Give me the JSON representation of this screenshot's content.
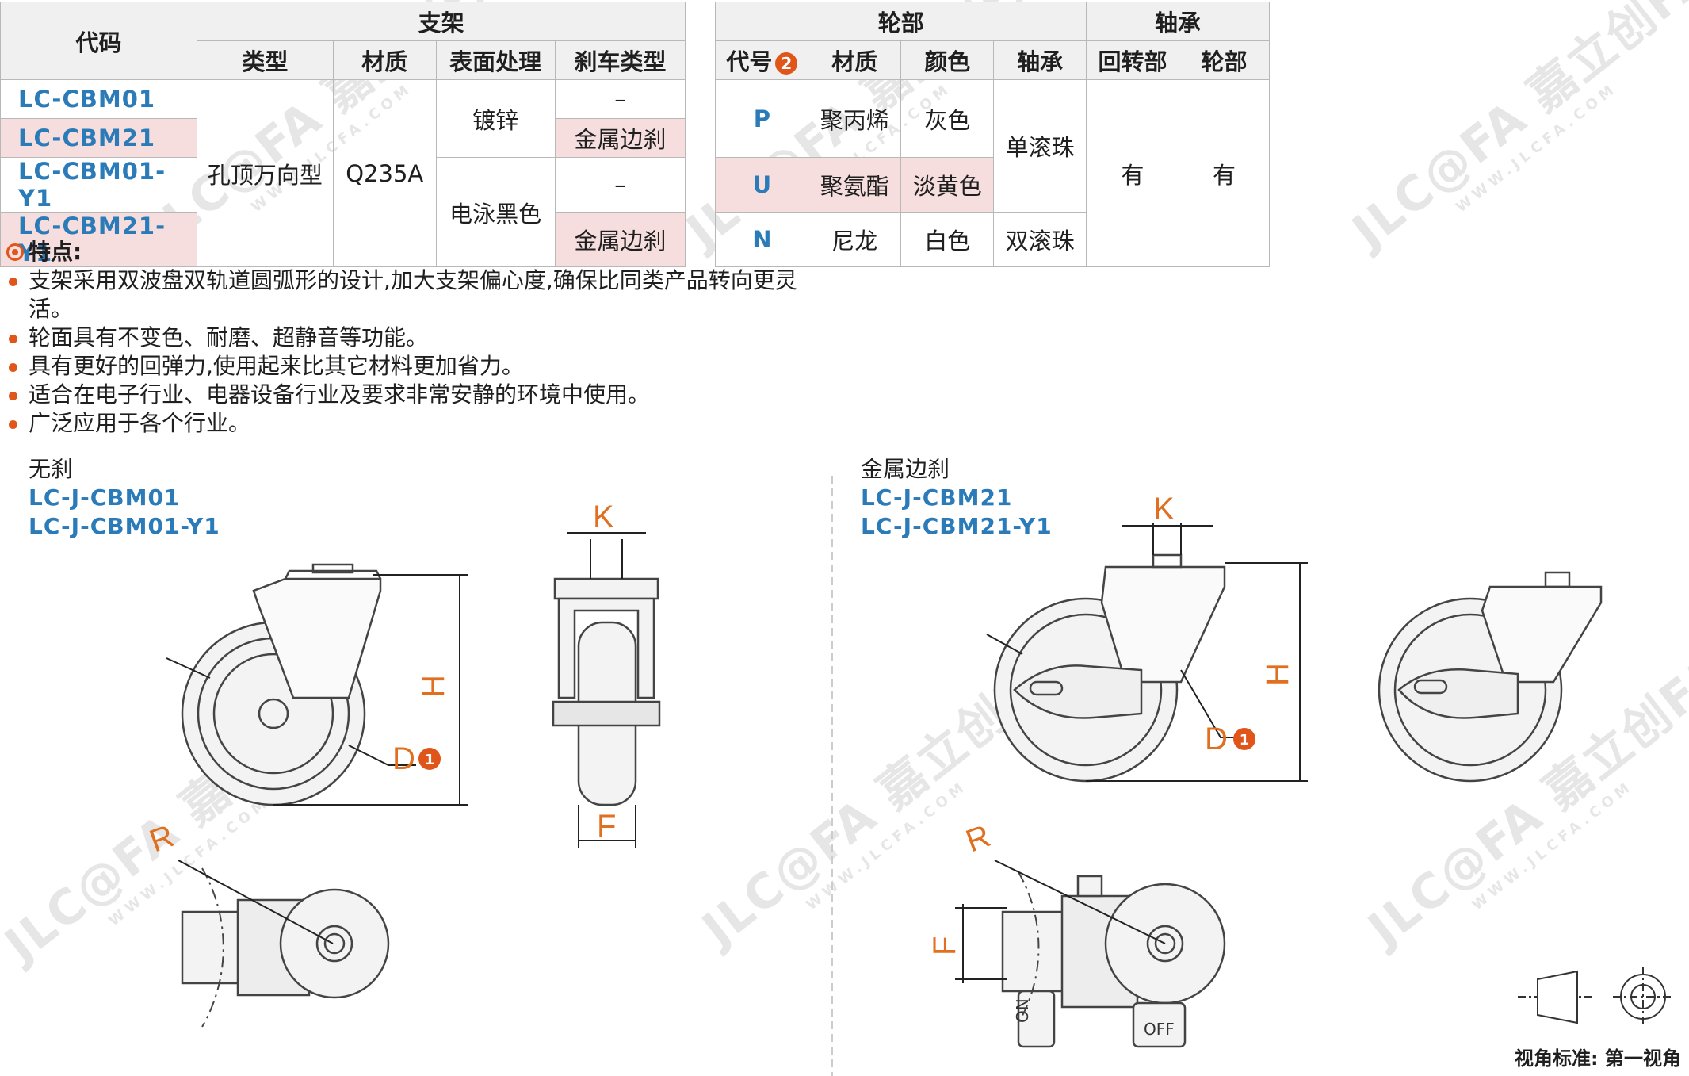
{
  "table": {
    "col_code": "代码",
    "grp_bracket": "支架",
    "grp_wheel": "轮部",
    "grp_bearing": "轴承",
    "sub_type": "类型",
    "sub_material": "材质",
    "sub_surface": "表面处理",
    "sub_brake": "刹车类型",
    "sub_wcode": "代号",
    "sub_wcode_badge": "2",
    "sub_wmaterial": "材质",
    "sub_color": "颜色",
    "sub_axle": "轴承",
    "sub_swivel": "回转部",
    "sub_wheelpart": "轮部",
    "codes": [
      "LC-CBM01",
      "LC-CBM21",
      "LC-CBM01-Y1",
      "LC-CBM21-Y1"
    ],
    "type_val": "孔顶万向型",
    "material_val": "Q235A",
    "surface_vals": [
      "镀锌",
      "电泳黑色"
    ],
    "brake_vals": [
      "–",
      "金属边刹",
      "–",
      "金属边刹"
    ],
    "wheels": [
      {
        "code": "P",
        "material": "聚丙烯",
        "color": "灰色"
      },
      {
        "code": "U",
        "material": "聚氨酯",
        "color": "淡黄色"
      },
      {
        "code": "N",
        "material": "尼龙",
        "color": "白色"
      }
    ],
    "axle_vals": [
      "单滚珠",
      "双滚珠"
    ],
    "swivel_val": "有",
    "wheelpart_val": "有"
  },
  "features": {
    "title": "特点:",
    "items": [
      "支架采用双波盘双轨道圆弧形的设计,加大支架偏心度,确保比同类产品转向更灵活。",
      "轮面具有不变色、耐磨、超静音等功能。",
      "具有更好的回弹力,使用起来比其它材料更加省力。",
      "适合在电子行业、电器设备行业及要求非常安静的环境中使用。",
      "广泛应用于各个行业。"
    ]
  },
  "drawings": {
    "left_title": "无刹",
    "left_models": [
      "LC-J-CBM01",
      "LC-J-CBM01-Y1"
    ],
    "right_title": "金属边刹",
    "right_models": [
      "LC-J-CBM21",
      "LC-J-CBM21-Y1"
    ],
    "dims": {
      "k": "K",
      "h": "H",
      "d": "D",
      "d_badge": "1",
      "f": "F",
      "r": "R"
    },
    "on_label": "ON",
    "off_label": "OFF"
  },
  "watermark": {
    "brand": "JLC@FA 嘉立创FA",
    "url": "WWW.JLCFA.COM"
  },
  "view_note": "视角标准: 第一视角",
  "colors": {
    "accent": "#e0551a",
    "code_blue": "#2b7bb9",
    "pink_row": "#f6dede",
    "dim_orange": "#e07020"
  }
}
